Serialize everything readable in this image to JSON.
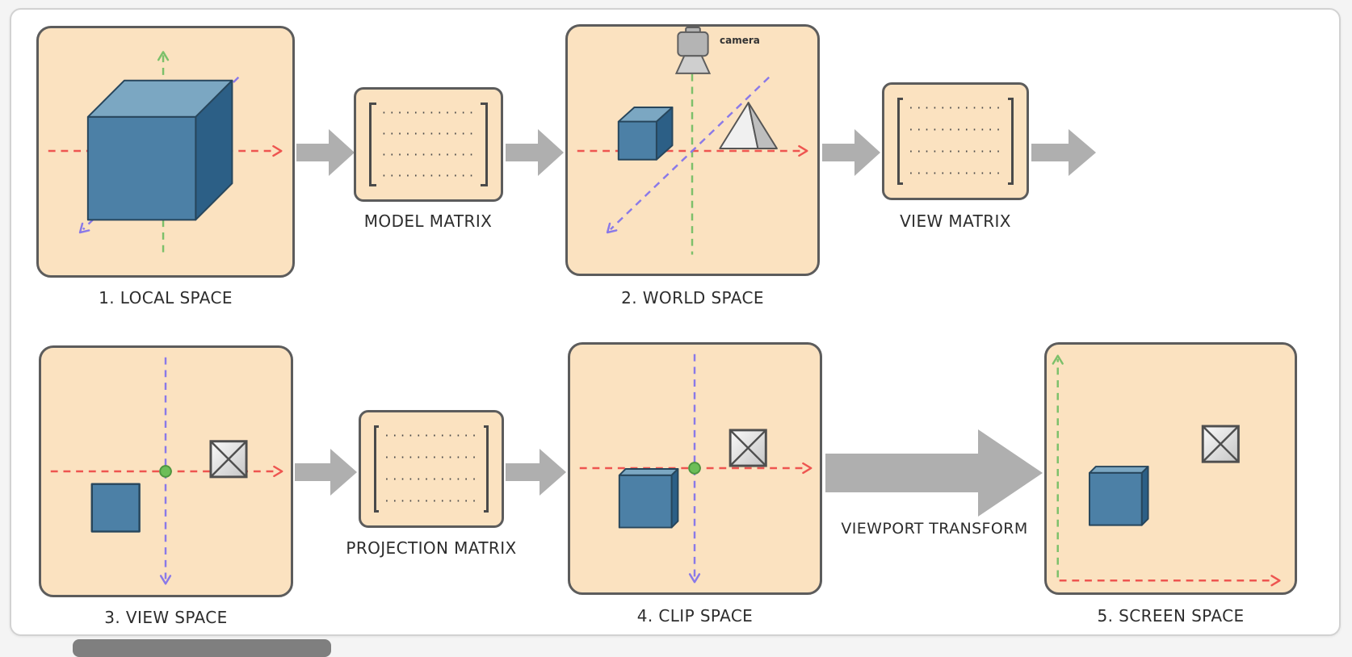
{
  "diagram": {
    "panels": {
      "local_space": {
        "label": "1. LOCAL SPACE"
      },
      "model_matrix": {
        "label": "MODEL MATRIX"
      },
      "world_space": {
        "label": "2. WORLD SPACE",
        "camera_label": "camera"
      },
      "view_matrix": {
        "label": "VIEW MATRIX"
      },
      "view_space": {
        "label": "3. VIEW SPACE"
      },
      "projection_matrix": {
        "label": "PROJECTION MATRIX"
      },
      "clip_space": {
        "label": "4. CLIP SPACE"
      },
      "screen_space": {
        "label": "5. SCREEN SPACE"
      }
    },
    "viewport_transform_label": "VIEWPORT TRANSFORM",
    "matrix": {
      "rows": 4,
      "cols": 4,
      "cell_glyph": "···"
    },
    "colors": {
      "panel_fill": "#FBE2C0",
      "panel_border": "#5C5C5C",
      "arrow_gray": "#AFAFAF",
      "axis_red": "#EE5550",
      "axis_green": "#7CC06A",
      "axis_purple": "#8A79E8",
      "cube_front": "#4C80A6",
      "cube_top": "#7BA7C2",
      "cube_side": "#2C5F86",
      "origin_dot": "#6CBE58"
    }
  }
}
